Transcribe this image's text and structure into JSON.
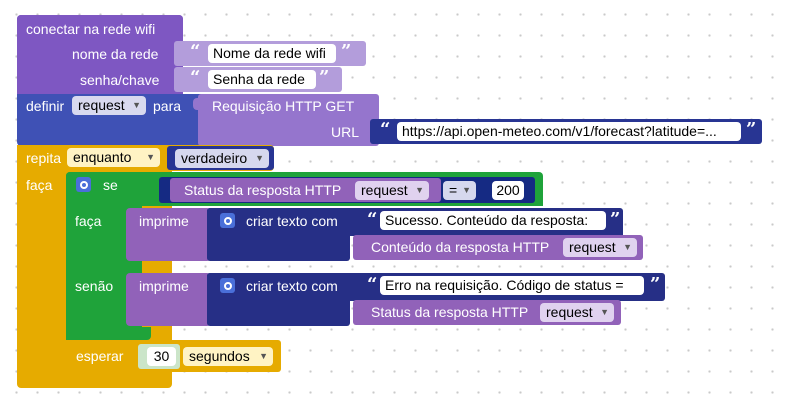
{
  "blocks": {
    "wifi": {
      "title": "conectar na rede wifi",
      "ssid_label": "nome da rede",
      "ssid_value": "Nome da rede wifi",
      "key_label": "senha/chave",
      "key_value": "Senha da rede"
    },
    "set_var": {
      "prefix": "definir",
      "variable": "request",
      "suffix": "para"
    },
    "http_get": {
      "title": "Requisição HTTP GET",
      "url_label": "URL",
      "url_value": "https://api.open-meteo.com/v1/forecast?latitude=..."
    },
    "repeat": {
      "label": "repita",
      "mode": "enquanto",
      "condition": "verdadeiro",
      "do_label": "faça"
    },
    "if_block": {
      "if_label": "se",
      "do_label": "faça",
      "else_label": "senão"
    },
    "compare": {
      "left": "Status da resposta HTTP",
      "left_var": "request",
      "operator": "=",
      "right": "200"
    },
    "print_success": {
      "label": "imprime",
      "create_text": "criar texto com",
      "text": "Sucesso. Conteúdo da resposta:",
      "content_label": "Conteúdo da resposta HTTP",
      "content_var": "request"
    },
    "print_error": {
      "label": "imprime",
      "create_text": "criar texto com",
      "text": "Erro na requisição. Código de status =",
      "status_label": "Status da resposta HTTP",
      "status_var": "request"
    },
    "wait": {
      "label": "esperar",
      "value": "30",
      "unit": "segundos"
    }
  },
  "colors": {
    "wifi": "#7e57c2",
    "wifi_input": "#b39ddb",
    "variable": "#3f51b5",
    "http": "#9575cd",
    "http_url_row": "#283593",
    "loop": "#e6ab00",
    "logic": "#1fa33a",
    "text_block": "#9162b9",
    "text_dark": "#262f86",
    "math": "#152a83"
  },
  "icons": {
    "gear": "gear-icon",
    "dropdown": "dropdown-arrow-icon",
    "quote_open": "open-quote-icon",
    "quote_close": "close-quote-icon"
  }
}
